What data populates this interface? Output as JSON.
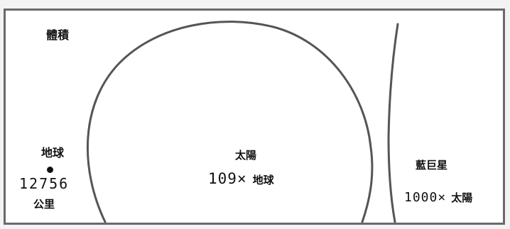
{
  "diagram": {
    "title": "體積",
    "objects": [
      {
        "name": "地球",
        "size_value": "12756",
        "size_unit": "公里"
      },
      {
        "name": "太陽",
        "ratio_value": "109",
        "ratio_symbol": "×",
        "ratio_reference": "地球"
      },
      {
        "name": "藍巨星",
        "ratio_value": "1000",
        "ratio_symbol": "×",
        "ratio_reference": "太陽"
      }
    ],
    "colors": {
      "background": "#ffffff",
      "frame": "#6a6a6a",
      "line": "#555555",
      "text": "#111111"
    }
  }
}
